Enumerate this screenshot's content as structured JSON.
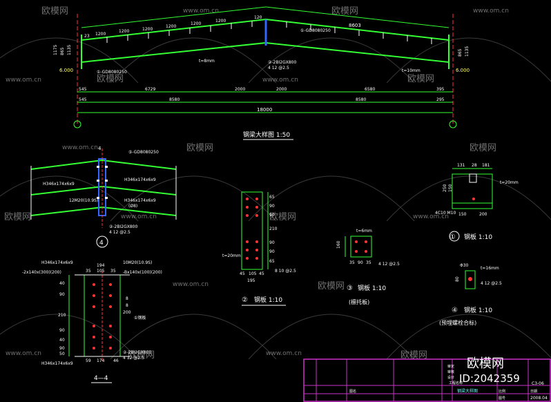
{
  "watermark": {
    "brand": "欧模网",
    "site": "www.om.cn"
  },
  "truss": {
    "title": "钢梁大样图 1:50",
    "top_dims": [
      "23",
      "1200",
      "1200",
      "1200",
      "1200",
      "1200",
      "1200",
      "120",
      "8603"
    ],
    "left_heights": [
      "1175",
      "865",
      "1135"
    ],
    "right_heights": [
      "865",
      "1135"
    ],
    "elev_left": "6.000",
    "elev_right": "6.000",
    "dim_row1": [
      "545",
      "6729",
      "2000",
      "2000",
      "6580",
      "395"
    ],
    "dim_row2": [
      "545",
      "8580",
      "8580",
      "295"
    ],
    "dim_total": "18000",
    "notes": [
      "①-GD8080250",
      "t=8mm",
      "①-GD8080250",
      "②-2BI2GX800",
      "4 12 @2.5",
      "t=10mm"
    ]
  },
  "detail4": {
    "label": "4",
    "top_note": "⑤-GD8080250",
    "mid_note": "12M20(10.9S)",
    "section_labels": [
      "H346x174x6x9",
      "H346x174x6x9",
      "H346x174x6x9",
      "(Ø8)"
    ],
    "bottom_note": "②-2BI2GX800",
    "bolt_note": "4 12 @2.5"
  },
  "section44": {
    "label": "4—4",
    "top_labels": [
      "H346x174x6x9",
      "-2x140x(300)(200)",
      "10M20(10.9S)",
      "-Bx140x(100)(200)"
    ],
    "top_dims": [
      "194",
      "35",
      "105",
      "35"
    ],
    "left_dims": [
      "40",
      "90",
      "210",
      "90",
      "40",
      "90",
      "50"
    ],
    "right_notes": [
      "8",
      "8",
      "200",
      "①钢板"
    ],
    "bottom_labels": [
      "H346x174x6x9",
      "②-2BI2GX800",
      "4 12 @2.5"
    ],
    "bottom_dims": [
      "59",
      "174",
      "46"
    ]
  },
  "plate2": {
    "title": "钢板 1:10",
    "number": "②",
    "note": "t=20mm",
    "right_dims": [
      "65",
      "90",
      "90",
      "210",
      "90",
      "90",
      "65"
    ],
    "bottom_dims": [
      "45",
      "105",
      "45"
    ],
    "total": "195",
    "bolt_note": "8 10 @2.5"
  },
  "plate3": {
    "title": "钢板 1:10",
    "subtitle": "(檩托板)",
    "number": "③",
    "note": "t=6mm",
    "left_dim": "160",
    "bottom_dims": [
      "35",
      "90",
      "35"
    ],
    "bolt_note": "4 12 @2.5"
  },
  "plate1": {
    "title": "钢板 1:10",
    "number": "①",
    "note": "t=20mm",
    "top_dims": [
      "131",
      "28",
      "181"
    ],
    "left_dims": [
      "250",
      "150"
    ],
    "bottom_dims": [
      "150",
      "200"
    ],
    "side_note": "4C10 M10"
  },
  "plate4": {
    "title": "钢板 1:10",
    "subtitle": "(预埋螺栓合标)",
    "number": "④",
    "note": "t=16mm",
    "left_dim": "80",
    "top_dim": "Φ30",
    "bolt_note": "4 12 @2.5"
  },
  "title_block": {
    "brand": "欧模网",
    "id": "ID:2042359",
    "drawing_name": "钢梁大样图",
    "sheet": "C3-06",
    "date": "2008.04",
    "cells": [
      "审定",
      "审核",
      "设计",
      "工程名称",
      "图名",
      "比例",
      "日期",
      "图号"
    ]
  }
}
